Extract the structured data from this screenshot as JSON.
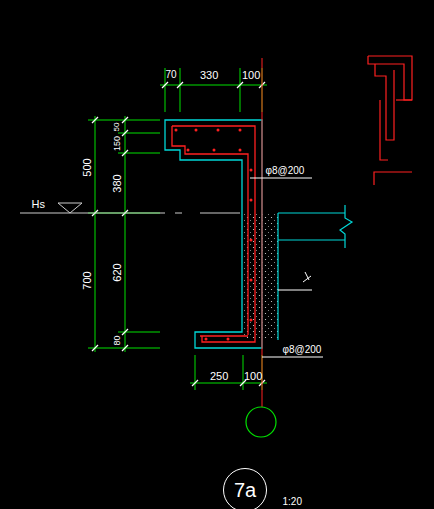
{
  "diagram": {
    "nodes": [
      {
        "text": [
          "7a"
        ]
      }
    ],
    "labels": [
      "70",
      "330",
      "100",
      "500",
      "50",
      "150",
      "380",
      "700",
      "620",
      "80",
      "Hs",
      "φ8@200",
      "φ8@200",
      "250",
      "100",
      "1:20"
    ]
  }
}
